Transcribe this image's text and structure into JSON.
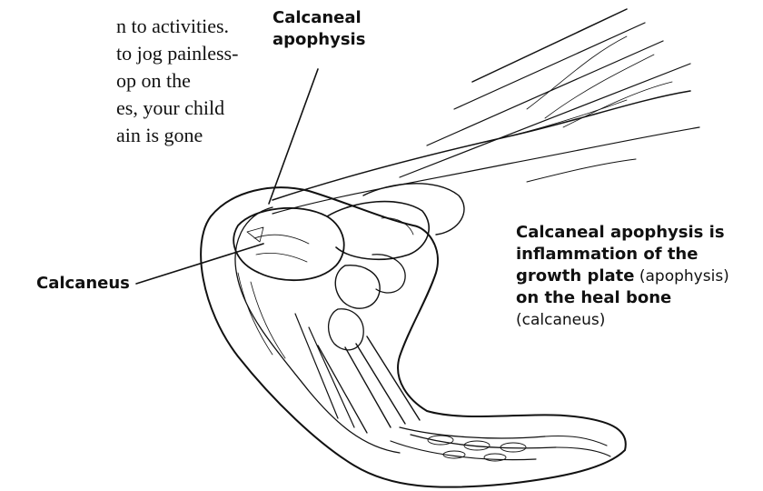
{
  "body_text": {
    "lines": [
      "n to activities.",
      "to jog painless-",
      "op on the",
      "es, your child",
      "ain is gone"
    ]
  },
  "labels": {
    "apophysis_line1": "Calcaneal",
    "apophysis_line2": "apophysis",
    "calcaneus": "Calcaneus"
  },
  "caption": {
    "line1": "Calcaneal apophysis is",
    "line2": "inflammation of the",
    "line3_bold": "growth plate",
    "line3_normal": " (apophysis)",
    "line4_bold": "on the heal bone",
    "line5_normal": "(calcaneus)"
  }
}
